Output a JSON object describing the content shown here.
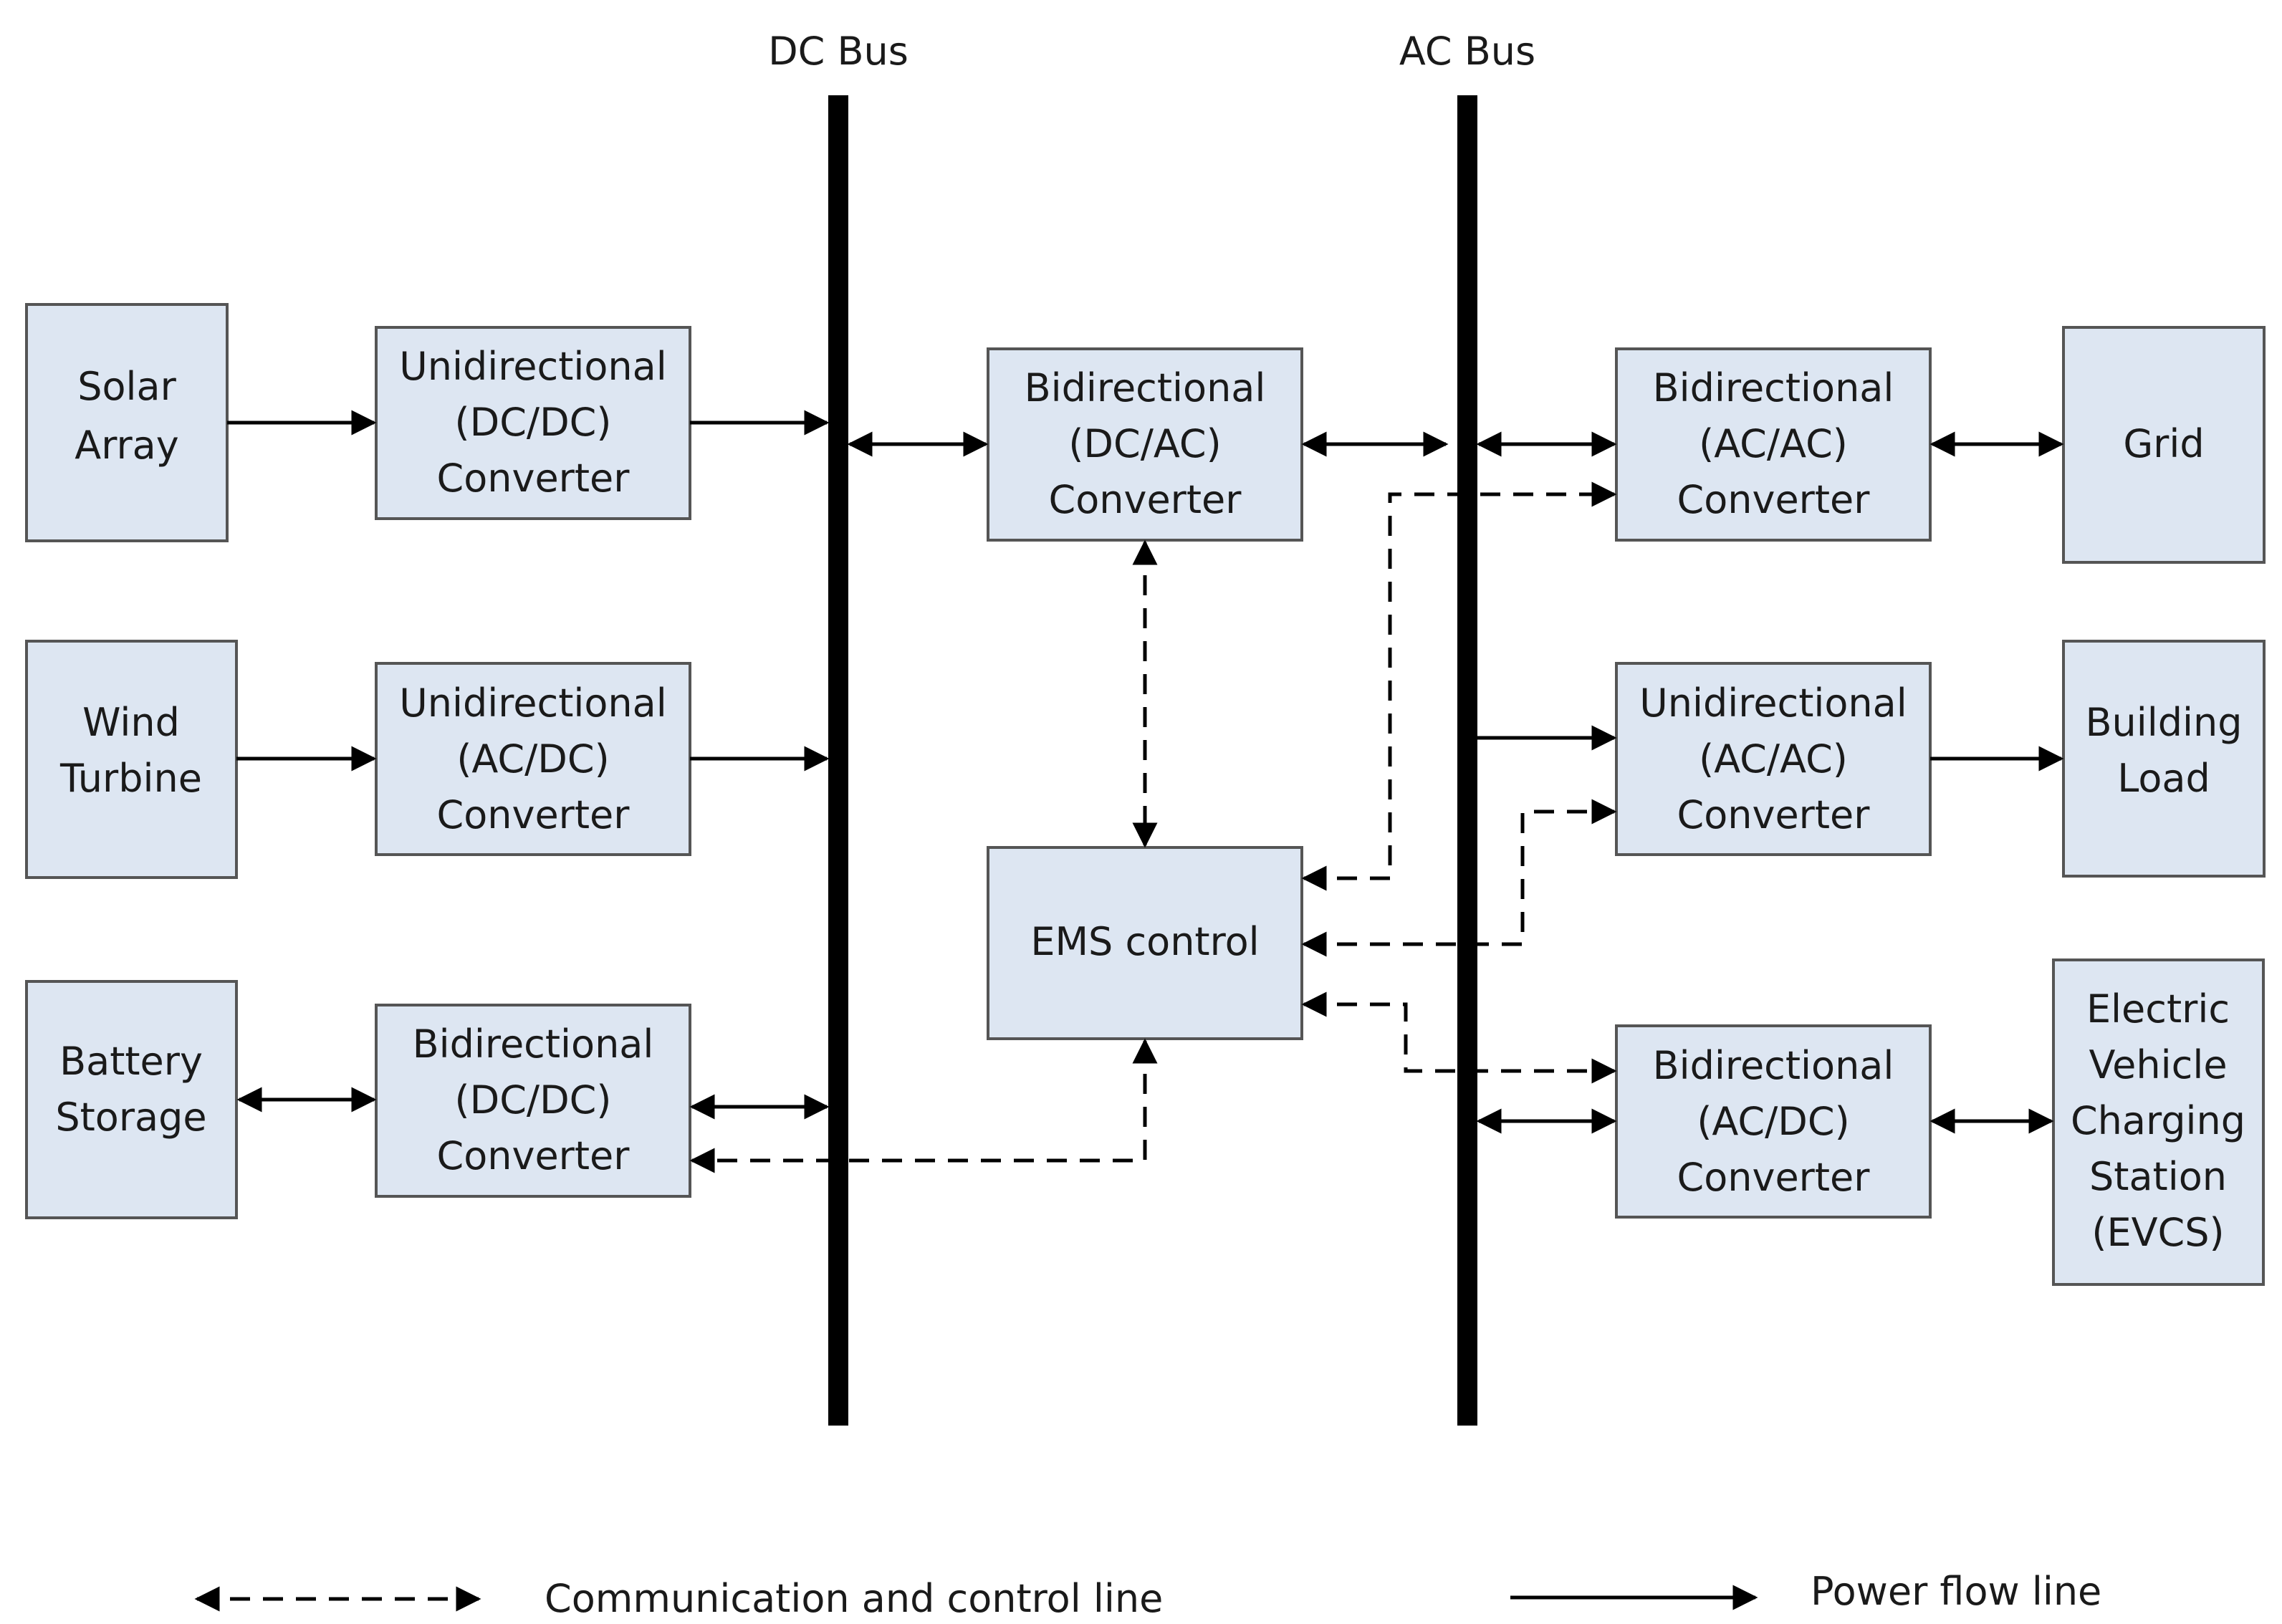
{
  "buses": {
    "dc": "DC Bus",
    "ac": "AC Bus"
  },
  "boxes": {
    "solar_array": [
      "Solar",
      "Array"
    ],
    "wind_turbine": [
      "Wind",
      "Turbine"
    ],
    "battery_storage": [
      "Battery",
      "Storage"
    ],
    "uni_dcdc": [
      "Unidirectional",
      "(DC/DC)",
      "Converter"
    ],
    "uni_acdc": [
      "Unidirectional",
      "(AC/DC)",
      "Converter"
    ],
    "bi_dcdc": [
      "Bidirectional",
      "(DC/DC)",
      "Converter"
    ],
    "bi_dcac": [
      "Bidirectional",
      "(DC/AC)",
      "Converter"
    ],
    "ems_control": [
      "EMS control"
    ],
    "bi_acac": [
      "Bidirectional",
      "(AC/AC)",
      "Converter"
    ],
    "uni_acac": [
      "Unidirectional",
      "(AC/AC)",
      "Converter"
    ],
    "bi_acdc": [
      "Bidirectional",
      "(AC/DC)",
      "Converter"
    ],
    "grid": [
      "Grid"
    ],
    "building_load": [
      "Building",
      "Load"
    ],
    "evcs": [
      "Electric",
      "Vehicle",
      "Charging",
      "Station",
      "(EVCS)"
    ]
  },
  "legend": {
    "communication": "Communication  and control line",
    "power": "Power flow line"
  },
  "colors": {
    "box_fill": "#dde6f2",
    "box_stroke": "#555555",
    "line": "#000000"
  }
}
